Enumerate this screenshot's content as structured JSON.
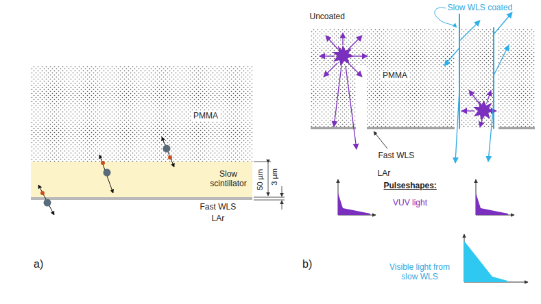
{
  "diagram": {
    "nodes": [
      {
        "text": [
          "PMMA"
        ]
      },
      {
        "text": [
          "Slow scintillator"
        ]
      },
      {
        "text": [
          "PMMA"
        ]
      }
    ],
    "labels": [
      "50 µm",
      "3 µm",
      "Fast WLS",
      "LAr",
      "a)",
      "Uncoated",
      "Slow WLS coated",
      "Fast WLS",
      "LAr",
      "Pulseshapes:",
      "VUV light",
      "Visible light from slow WLS",
      "b)"
    ]
  }
}
